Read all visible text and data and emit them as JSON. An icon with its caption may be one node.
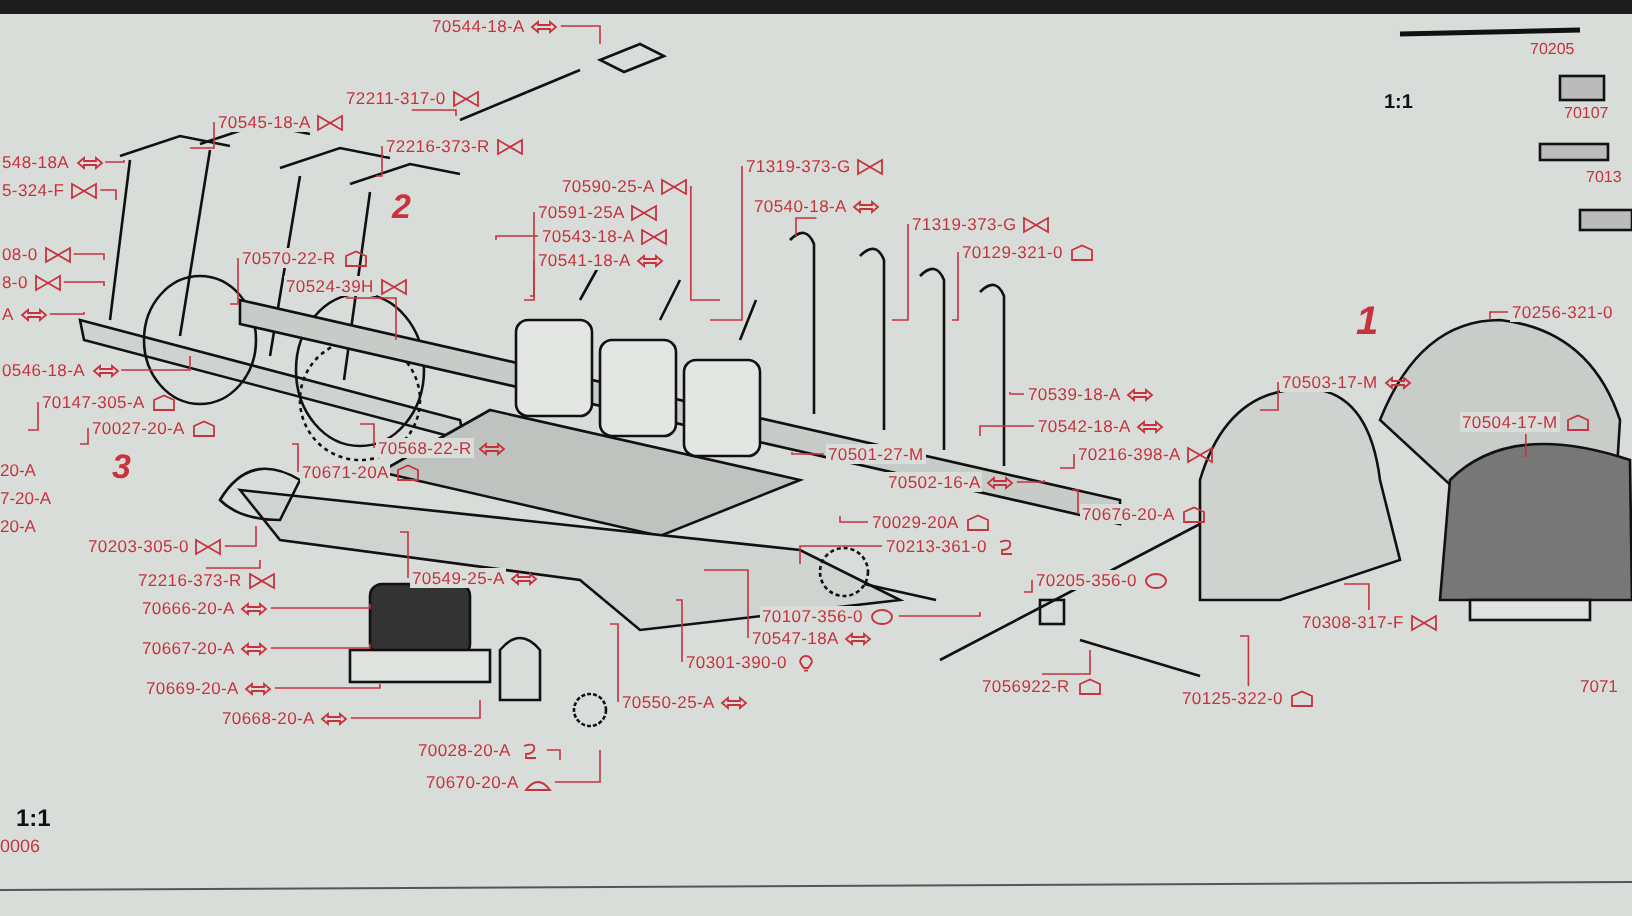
{
  "diagram": {
    "nodes": [
      {
        "text": [
          "70544-18-A"
        ]
      },
      {
        "text": [
          "72211-317-0"
        ]
      },
      {
        "text": [
          "72216-373-R"
        ]
      },
      {
        "text": [
          "70545-18-A"
        ]
      },
      {
        "text": [
          "548-18A"
        ]
      },
      {
        "text": [
          "5-324-F"
        ]
      },
      {
        "text": [
          "70591-25A"
        ]
      },
      {
        "text": [
          "70590-25-A"
        ]
      },
      {
        "text": [
          "71319-373-G"
        ]
      },
      {
        "text": [
          "70543-18-A"
        ]
      },
      {
        "text": [
          "70541-18-A"
        ]
      },
      {
        "text": [
          "70540-18-A"
        ]
      },
      {
        "text": [
          "71319-373-G"
        ]
      },
      {
        "text": [
          "70129-321-0"
        ]
      },
      {
        "text": [
          "08-0"
        ]
      },
      {
        "text": [
          "8-0"
        ]
      },
      {
        "text": [
          "70570-22-R"
        ]
      },
      {
        "text": [
          "70524-39H"
        ]
      },
      {
        "text": [
          "A"
        ]
      },
      {
        "text": [
          "0546-18-A"
        ]
      },
      {
        "text": [
          "70147-305-A"
        ]
      },
      {
        "text": [
          "70027-20-A"
        ]
      },
      {
        "text": [
          "70539-18-A"
        ]
      },
      {
        "text": [
          "70542-18-A"
        ]
      },
      {
        "text": [
          "70216-398-A"
        ]
      },
      {
        "text": [
          "70501-27-M"
        ]
      },
      {
        "text": [
          "70502-16-A"
        ]
      },
      {
        "text": [
          "70568-22-R"
        ]
      },
      {
        "text": [
          "70671-20A"
        ]
      },
      {
        "text": [
          "70676-20-A"
        ]
      },
      {
        "text": [
          "70029-20A"
        ]
      },
      {
        "text": [
          "70213-361-0"
        ]
      },
      {
        "text": [
          "70203-305-0"
        ]
      },
      {
        "text": [
          "70549-25-A"
        ]
      },
      {
        "text": [
          "72216-373-R"
        ]
      },
      {
        "text": [
          "70205-356-0"
        ]
      },
      {
        "text": [
          "70666-20-A"
        ]
      },
      {
        "text": [
          "70107-356-0"
        ]
      },
      {
        "text": [
          "70503-17-M"
        ]
      },
      {
        "text": [
          "70504-17-M"
        ]
      },
      {
        "text": [
          "70256-321-0"
        ]
      },
      {
        "text": [
          "70308-317-F"
        ]
      },
      {
        "text": [
          "70547-18A"
        ]
      },
      {
        "text": [
          "70667-20-A"
        ]
      },
      {
        "text": [
          "70301-390-0"
        ]
      },
      {
        "text": [
          "7056922-R"
        ]
      },
      {
        "text": [
          "70125-322-0"
        ]
      },
      {
        "text": [
          "70669-20-A"
        ]
      },
      {
        "text": [
          "70550-25-A"
        ]
      },
      {
        "text": [
          "70668-20-A"
        ]
      },
      {
        "text": [
          "70028-20-A"
        ]
      },
      {
        "text": [
          "70670-20-A"
        ]
      }
    ],
    "edges": [
      {
        "from": 0,
        "to": null,
        "arrow": "none"
      },
      {
        "from": 1,
        "to": null,
        "arrow": "none"
      },
      {
        "from": 2,
        "to": null,
        "arrow": "none"
      },
      {
        "from": 3,
        "to": null,
        "arrow": "none"
      },
      {
        "from": 4,
        "to": null,
        "arrow": "none"
      },
      {
        "from": 5,
        "to": null,
        "arrow": "none"
      },
      {
        "from": 6,
        "to": null,
        "arrow": "none"
      },
      {
        "from": 7,
        "to": null,
        "arrow": "none"
      },
      {
        "from": 8,
        "to": null,
        "arrow": "none"
      },
      {
        "from": 9,
        "to": null,
        "arrow": "none"
      },
      {
        "from": 10,
        "to": null,
        "arrow": "none"
      },
      {
        "from": 11,
        "to": null,
        "arrow": "none"
      },
      {
        "from": 12,
        "to": null,
        "arrow": "none"
      },
      {
        "from": 13,
        "to": null,
        "arrow": "none"
      },
      {
        "from": 14,
        "to": null,
        "arrow": "none"
      },
      {
        "from": 15,
        "to": null,
        "arrow": "none"
      },
      {
        "from": 16,
        "to": null,
        "arrow": "none"
      },
      {
        "from": 17,
        "to": null,
        "arrow": "none"
      },
      {
        "from": 18,
        "to": null,
        "arrow": "none"
      },
      {
        "from": 19,
        "to": null,
        "arrow": "none"
      },
      {
        "from": 20,
        "to": null,
        "arrow": "none"
      },
      {
        "from": 21,
        "to": null,
        "arrow": "none"
      },
      {
        "from": 22,
        "to": null,
        "arrow": "none"
      },
      {
        "from": 23,
        "to": null,
        "arrow": "none"
      },
      {
        "from": 24,
        "to": null,
        "arrow": "none"
      },
      {
        "from": 25,
        "to": null,
        "arrow": "none"
      },
      {
        "from": 26,
        "to": null,
        "arrow": "none"
      },
      {
        "from": 27,
        "to": null,
        "arrow": "none"
      },
      {
        "from": 28,
        "to": null,
        "arrow": "none"
      },
      {
        "from": 29,
        "to": null,
        "arrow": "none"
      },
      {
        "from": 30,
        "to": null,
        "arrow": "none"
      },
      {
        "from": 31,
        "to": null,
        "arrow": "none"
      },
      {
        "from": 32,
        "to": null,
        "arrow": "none"
      },
      {
        "from": 33,
        "to": null,
        "arrow": "none"
      },
      {
        "from": 34,
        "to": null,
        "arrow": "none"
      },
      {
        "from": 35,
        "to": null,
        "arrow": "none"
      },
      {
        "from": 36,
        "to": null,
        "arrow": "none"
      },
      {
        "from": 37,
        "to": null,
        "arrow": "none"
      },
      {
        "from": 38,
        "to": null,
        "arrow": "none"
      },
      {
        "from": 39,
        "to": null,
        "arrow": "none"
      },
      {
        "from": 40,
        "to": null,
        "arrow": "none"
      },
      {
        "from": 41,
        "to": null,
        "arrow": "none"
      },
      {
        "from": 42,
        "to": null,
        "arrow": "none"
      },
      {
        "from": 43,
        "to": null,
        "arrow": "none"
      },
      {
        "from": 44,
        "to": null,
        "arrow": "none"
      },
      {
        "from": 45,
        "to": null,
        "arrow": "none"
      },
      {
        "from": 46,
        "to": null,
        "arrow": "none"
      },
      {
        "from": 47,
        "to": null,
        "arrow": "none"
      },
      {
        "from": 48,
        "to": null,
        "arrow": "none"
      },
      {
        "from": 49,
        "to": null,
        "arrow": "none"
      },
      {
        "from": 50,
        "to": null,
        "arrow": "none"
      },
      {
        "from": 51,
        "to": null,
        "arrow": "none"
      }
    ],
    "labels": [
      "70205",
      "1:1",
      "70107",
      "7013",
      "2",
      "1",
      "3",
      "20-A",
      "7-20-A",
      "20-A",
      "7071",
      "1:1",
      "0006"
    ]
  }
}
